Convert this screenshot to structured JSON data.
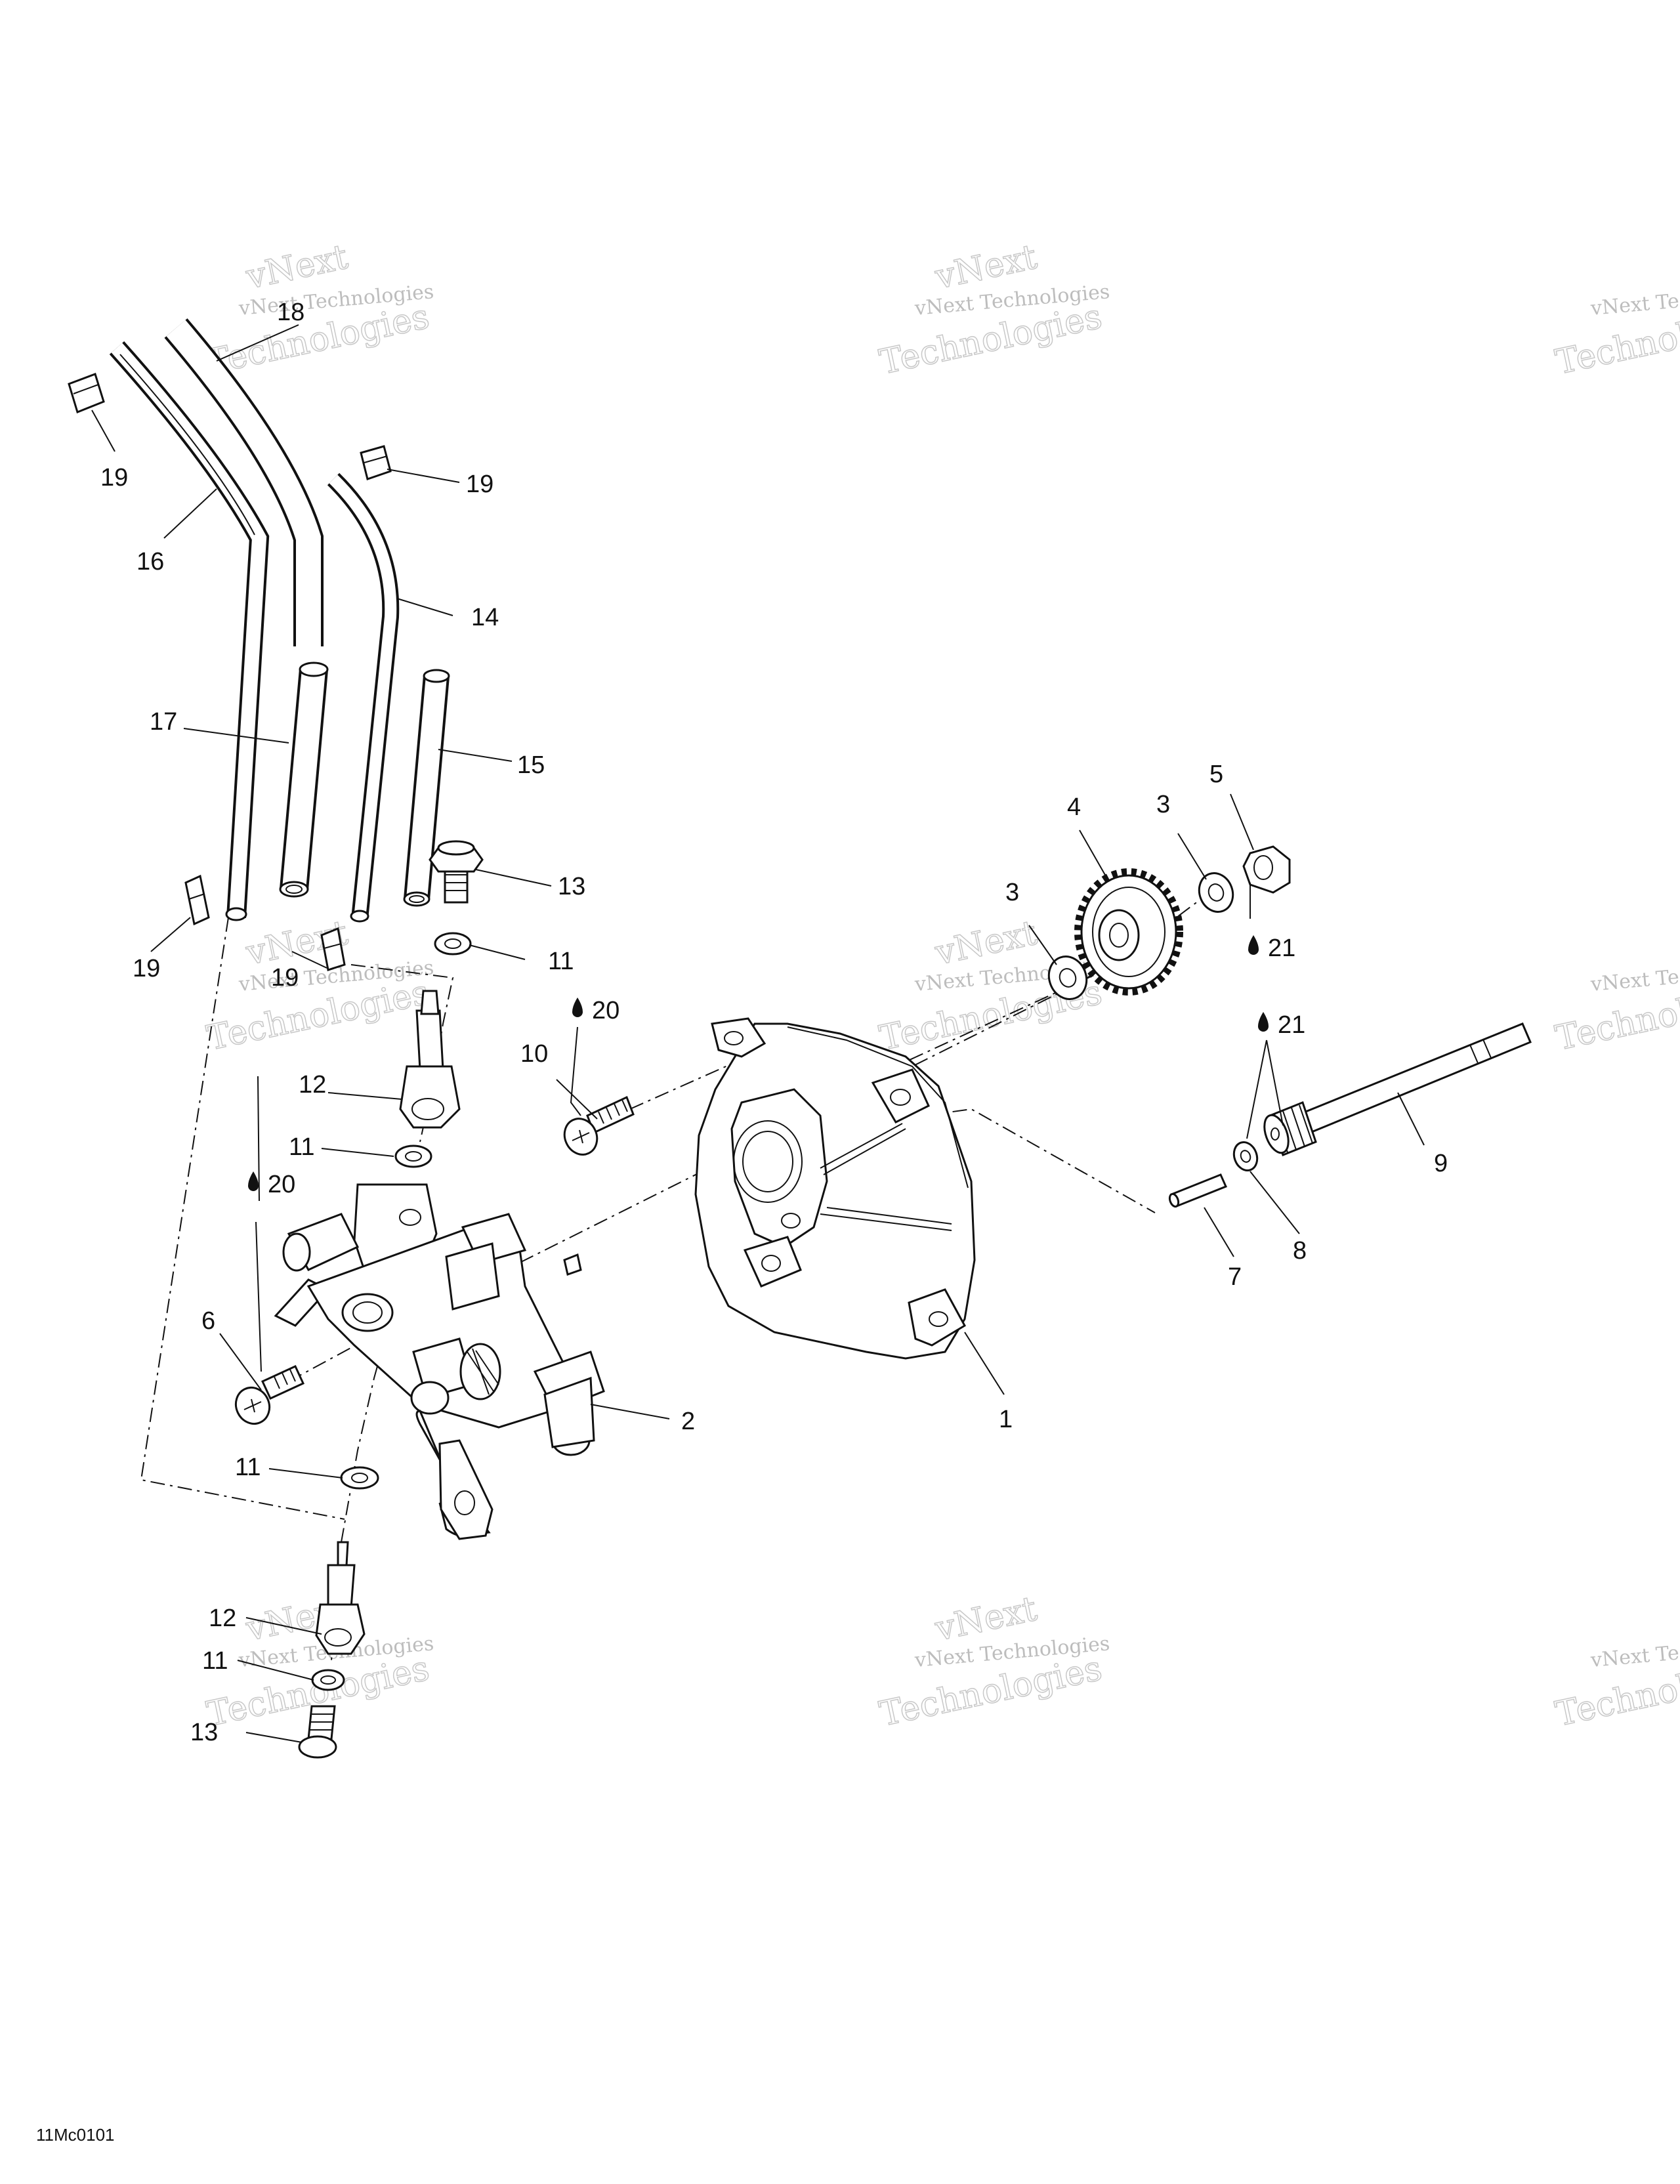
{
  "callouts": [
    {
      "id": "c1",
      "text": "1"
    },
    {
      "id": "c2",
      "text": "2"
    },
    {
      "id": "c3a",
      "text": "3"
    },
    {
      "id": "c3b",
      "text": "3"
    },
    {
      "id": "c4",
      "text": "4"
    },
    {
      "id": "c5",
      "text": "5"
    },
    {
      "id": "c6",
      "text": "6"
    },
    {
      "id": "c7",
      "text": "7"
    },
    {
      "id": "c8",
      "text": "8"
    },
    {
      "id": "c9",
      "text": "9"
    },
    {
      "id": "c10",
      "text": "10"
    },
    {
      "id": "c11a",
      "text": "11"
    },
    {
      "id": "c11b",
      "text": "11"
    },
    {
      "id": "c11c",
      "text": "11"
    },
    {
      "id": "c11d",
      "text": "11"
    },
    {
      "id": "c12a",
      "text": "12"
    },
    {
      "id": "c12b",
      "text": "12"
    },
    {
      "id": "c13a",
      "text": "13"
    },
    {
      "id": "c13b",
      "text": "13"
    },
    {
      "id": "c14",
      "text": "14"
    },
    {
      "id": "c15",
      "text": "15"
    },
    {
      "id": "c16",
      "text": "16"
    },
    {
      "id": "c17",
      "text": "17"
    },
    {
      "id": "c18",
      "text": "18"
    },
    {
      "id": "c19a",
      "text": "19"
    },
    {
      "id": "c19b",
      "text": "19"
    },
    {
      "id": "c19c",
      "text": "19"
    },
    {
      "id": "c19d",
      "text": "19"
    },
    {
      "id": "c20a",
      "text": "20"
    },
    {
      "id": "c20b",
      "text": "20"
    },
    {
      "id": "c21a",
      "text": "21"
    },
    {
      "id": "c21b",
      "text": "21"
    }
  ],
  "drawing_code": "11Mc0101",
  "watermark": {
    "line1": "vNext Technologies",
    "line2": "vNext",
    "line3": "Technologies"
  }
}
